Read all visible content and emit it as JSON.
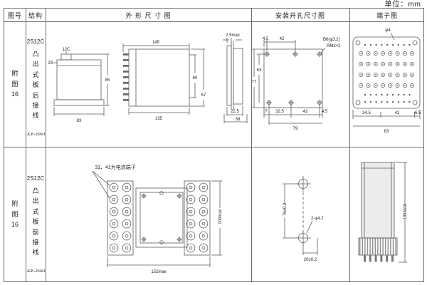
{
  "unit_label": "单位：mm",
  "headers": {
    "fig_no": "图号",
    "structure": "结构",
    "outline": "外 形 尺 寸 图",
    "mounting": "安装开孔尺寸图",
    "terminal": "端子图"
  },
  "row1": {
    "fig_no": "附图16",
    "model": "2S12C",
    "wiring": "凸出式板后接线",
    "relay_type": "JCK-10A/3",
    "outline": {
      "top_block": "12C",
      "side_block": "2S",
      "width": "83",
      "height": "85",
      "overall_len": "145",
      "case_len": "135",
      "inner_h": "60",
      "outer_h": "67",
      "panel_gap": "2.5max",
      "depth1": "22.5",
      "depth2": "38"
    },
    "mounting": {
      "top_edge": "4.5",
      "top_span": "42",
      "hole_spec": "B6(φ3.2)",
      "screw_spec": "RM2×2",
      "left_outer": "77",
      "left_inner": "63",
      "bot_d1": "7",
      "bot_d2": "32.5",
      "bot_d3": "42",
      "bot_d4": "4.5",
      "bot_total": "79"
    },
    "terminal": {
      "hole": "φ4",
      "d1": "34.5",
      "d2": "42",
      "d3": "6.5",
      "total": "83"
    }
  },
  "row2": {
    "fig_no": "附图16",
    "model": "2S12C",
    "wiring": "凸出式板前接线",
    "relay_type": "JCK-10A/3",
    "outline": {
      "note": "31、41为电流端子",
      "width": "152max",
      "height": "100max"
    },
    "mounting": {
      "vspan": "76±0.2",
      "holes": "2-φ4.2",
      "hspan": "20±0.2"
    },
    "terminal": {
      "height": "185MAX"
    }
  }
}
